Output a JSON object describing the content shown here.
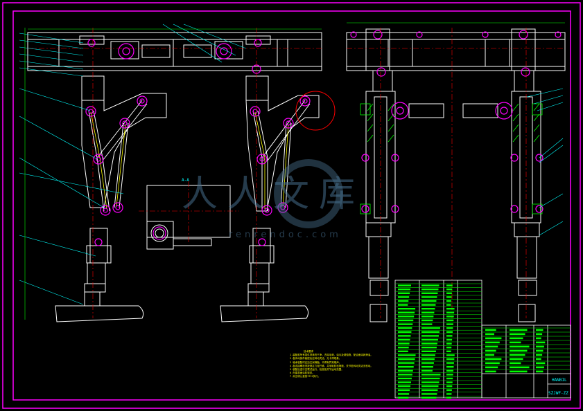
{
  "drawing": {
    "section_label": "A-A",
    "drawing_number": "SZJWF-ZZ",
    "title_block_label": "HANBIL",
    "notes_title": "技术要求",
    "notes_lines": [
      "1.装配前所有零件须清洗干净，去除毛刺、油污及锈蚀物，配合面涂润滑油。",
      "2.各传动部件装配后应转动灵活，无卡滞现象。",
      "3.轴承装配时应加注润滑脂，不得有异常噪声。",
      "4.各连接螺栓须按规定力矩拧紧，并采取防松措施，关节处转动灵活无松动。",
      "5.装配后进行空载试运行，检查各关节运动范围。",
      "6.外露表面涂防锈漆。",
      "7.未注明公差按IT12执行。"
    ]
  },
  "watermark": {
    "chars": "人人文库",
    "url": "renrendoc.com"
  },
  "colors": {
    "background": "#000000",
    "frame": "#ff00ff",
    "outline": "#ffffff",
    "centerline": "#ff0000",
    "leader": "#00ffff",
    "hatch": "#00ff00",
    "note": "#ffff00"
  }
}
